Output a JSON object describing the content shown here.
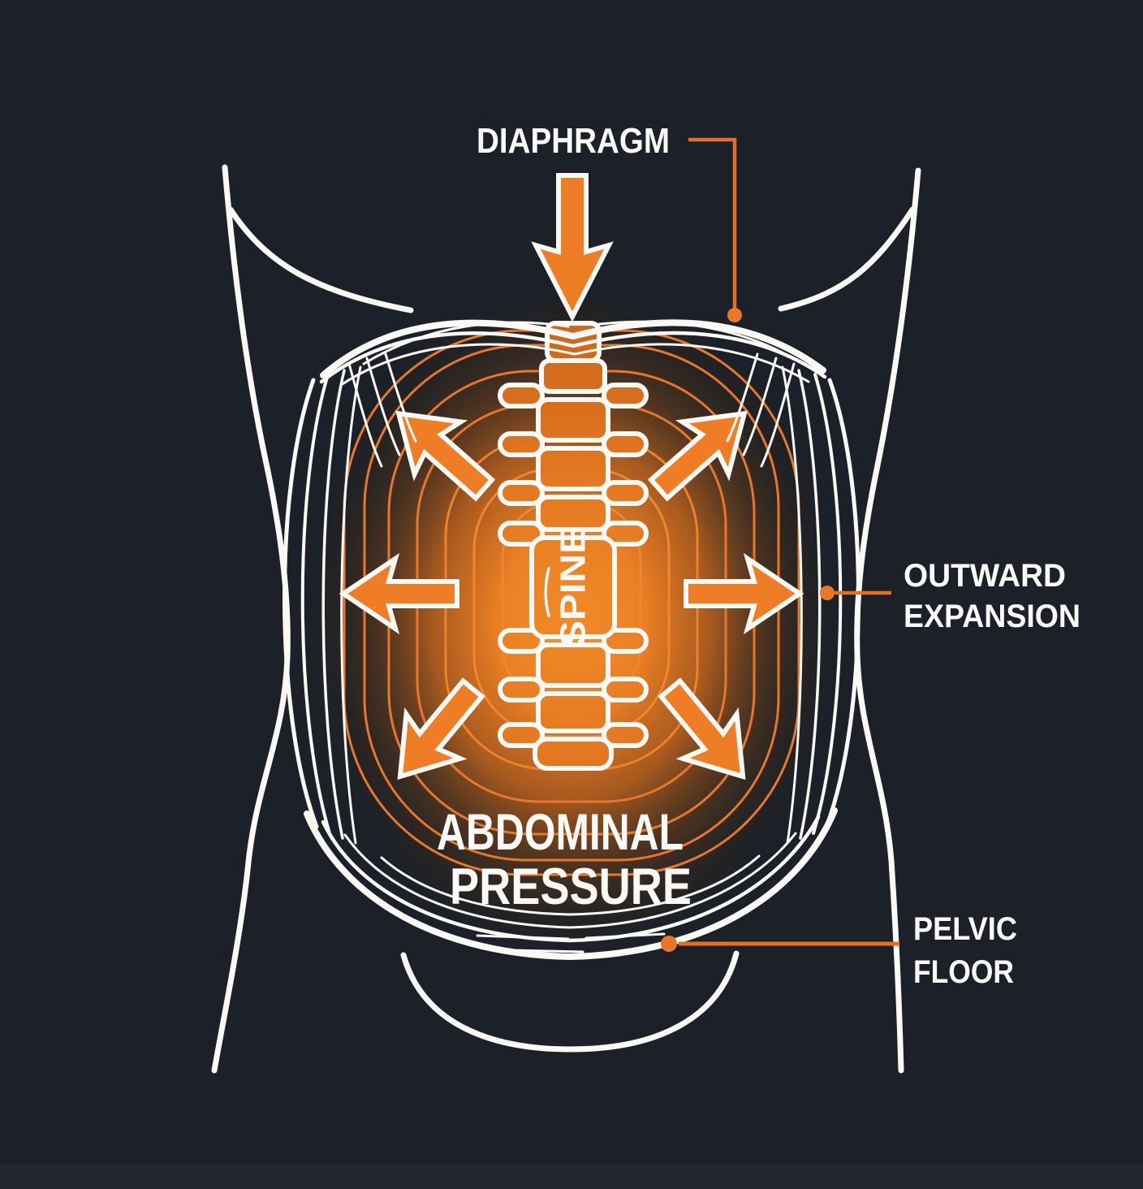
{
  "labels": {
    "diaphragm": "DIAPHRAGM",
    "outward_line1": "OUTWARD",
    "outward_line2": "EXPANSION",
    "pressure_line1": "ABDOMINAL",
    "pressure_line2": "PRESSURE",
    "pelvic_line1": "PELVIC",
    "pelvic_line2": "FLOOR",
    "spine": "SPINE"
  },
  "colors": {
    "background": "#1C2129",
    "accent_orange": "#EE7D26",
    "leader_orange": "#E2701F",
    "contour_orange": "#E8772B",
    "glow_core": "#F8902E",
    "line_white": "#FBF9F6"
  }
}
